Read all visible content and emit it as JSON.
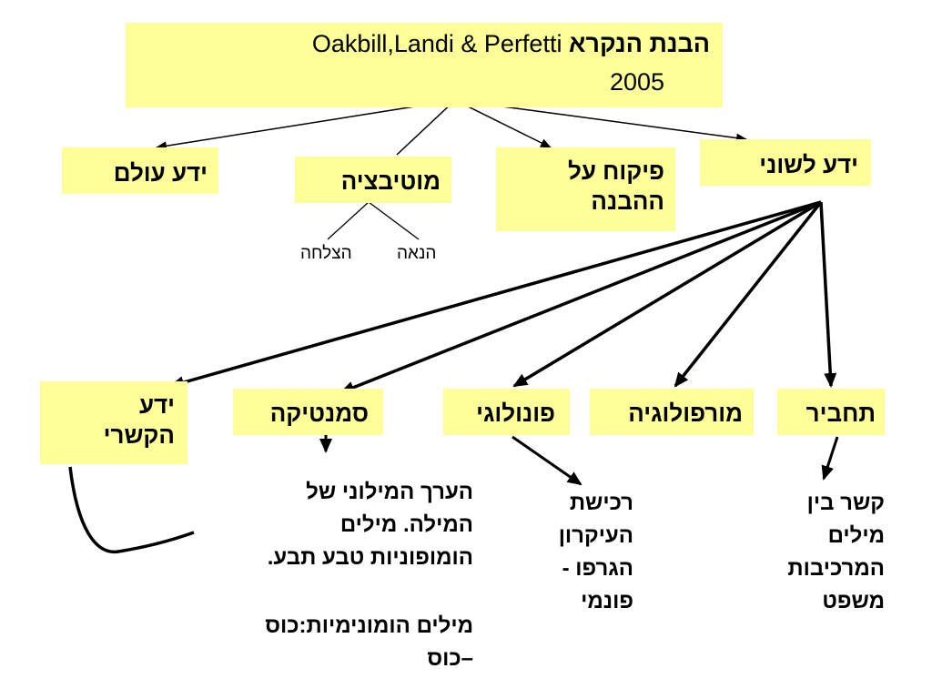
{
  "title": {
    "hebrew": "הבנת הנקרא",
    "authors": "Oakbill,Landi & Perfetti",
    "year": "2005"
  },
  "top_nodes": {
    "world": "ידע עולם",
    "motivation": "מוטיבציה",
    "monitoring": [
      "פיקוח על",
      "ההבנה"
    ],
    "linguistic": "ידע לשוני"
  },
  "motivation_children": {
    "enjoyment": "הנאה",
    "success": "הצלחה"
  },
  "linguistic_children": {
    "context": [
      "ידע",
      "הקשרי"
    ],
    "semantics": "סמנטיקה",
    "phonology": "פונולוגי",
    "morphology": "מורפולוגיה",
    "syntax": "תחביר"
  },
  "descriptions": {
    "semantics": {
      "p1": [
        "הערך המילוני של",
        "המילה. מילים",
        "הומופוניות טבע תבע."
      ],
      "p2": [
        "מילים הומונימיות:כוס",
        "–כוס"
      ]
    },
    "phonology": [
      "רכישת",
      "העיקרון",
      "הגרפו -",
      "פונמי"
    ],
    "syntax": [
      "קשר בין",
      "מילים",
      "המרכיבות",
      "משפט"
    ]
  },
  "colors": {
    "box_fill": "#ffff99",
    "line": "#000000"
  }
}
